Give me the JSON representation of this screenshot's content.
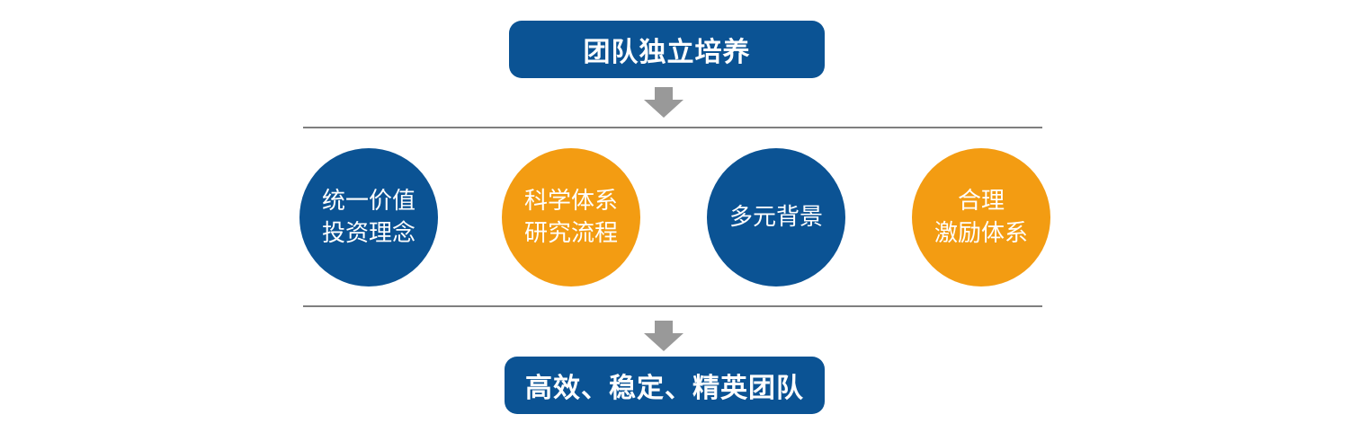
{
  "top_box": {
    "label": "团队独立培养"
  },
  "pillars": [
    {
      "line1": "统一价值",
      "line2": "投资理念",
      "color": "#0b5394"
    },
    {
      "line1": "科学体系",
      "line2": "研究流程",
      "color": "#f39c12"
    },
    {
      "line1": "多元背景",
      "color": "#0b5394"
    },
    {
      "line1": "合理",
      "line2": "激励体系",
      "color": "#f39c12"
    }
  ],
  "bottom_box": {
    "label": "高效、稳定、精英团队"
  },
  "colors": {
    "primary_blue": "#0b5394",
    "accent_orange": "#f39c12",
    "arrow_gray": "#999999",
    "rule_gray": "#7f7f7f"
  },
  "icons": [
    "down-arrow-icon",
    "down-arrow-icon"
  ]
}
